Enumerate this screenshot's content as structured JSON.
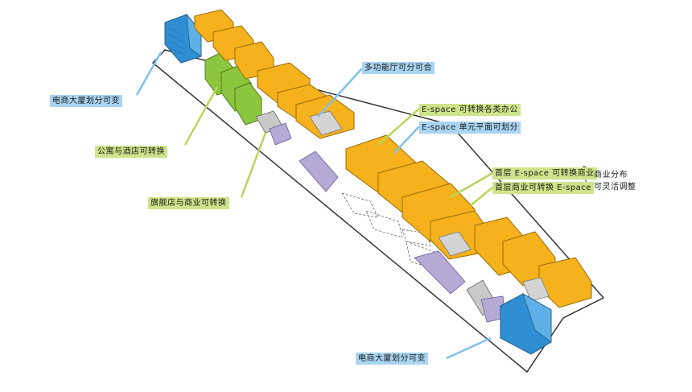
{
  "colors": {
    "office_blue": "#3a9ad9",
    "apartment_green": "#8cc63e",
    "hall_orange": "#f5b21c",
    "flagship_grey": "#c9c9c9",
    "retail_purple": "#b5a9d6",
    "label_blue": "#a9d4f2",
    "label_green": "#cfe48a"
  },
  "labels": {
    "top_left": "电商大厦划分可变",
    "apartment_hotel": "公寓与酒店可转换",
    "flagship": "旗舰店与商业可转换",
    "multi_hall": "多功能厅可分可合",
    "espace_office": "E-space 可转换各类办公",
    "espace_unit": "E-space 单元平面可划分",
    "ground_espace": "首层 E-space 可转换商业",
    "ground_retail": "首层商业可转换 E-space",
    "retail_distribution": "商业分布",
    "retail_adjust": "可灵活调整",
    "bottom": "电商大厦划分可变"
  }
}
